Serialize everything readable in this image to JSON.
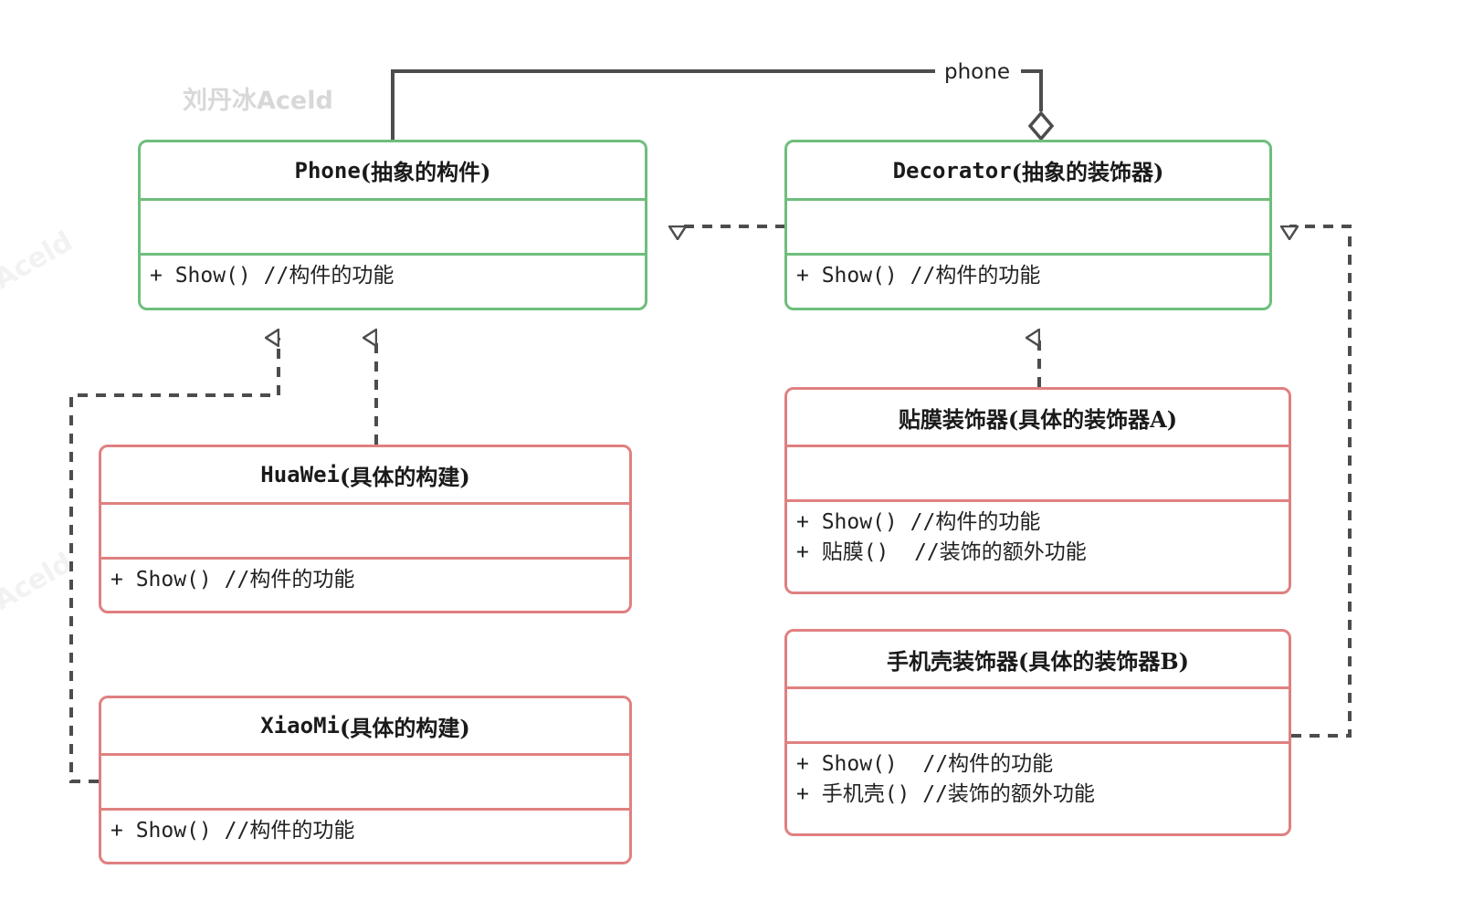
{
  "diagram": {
    "type": "uml-class-diagram",
    "title_watermark": "刘丹冰Aceld",
    "faint_watermarks": [
      "Aceld",
      "Aceld"
    ],
    "colors": {
      "abstract_border": "#6ebe7c",
      "concrete_border": "#e08080",
      "edge": "#4d4d4d",
      "text": "#222222",
      "watermark": "#d8d8d8",
      "background": "#ffffff"
    }
  },
  "classes": [
    {
      "id": "phone",
      "name_code": "Phone",
      "name_cjk": "(抽象的构件)",
      "kind": "abstract",
      "attributes": [],
      "operations": [
        "+ Show() //构件的功能"
      ]
    },
    {
      "id": "decorator",
      "name_code": "Decorator",
      "name_cjk": "(抽象的装饰器)",
      "kind": "abstract",
      "attributes": [],
      "operations": [
        "+ Show() //构件的功能"
      ]
    },
    {
      "id": "huawei",
      "name_code": "HuaWei",
      "name_cjk": "(具体的构建)",
      "kind": "concrete",
      "attributes": [],
      "operations": [
        "+ Show() //构件的功能"
      ]
    },
    {
      "id": "xiaomi",
      "name_code": "XiaoMi",
      "name_cjk": "(具体的构建)",
      "kind": "concrete",
      "attributes": [],
      "operations": [
        "+ Show() //构件的功能"
      ]
    },
    {
      "id": "film-decorator",
      "name_code": "",
      "name_cjk": "贴膜装饰器(具体的装饰器A)",
      "kind": "concrete",
      "attributes": [],
      "operations": [
        "+ Show() //构件的功能",
        "+ 贴膜()  //装饰的额外功能"
      ]
    },
    {
      "id": "case-decorator",
      "name_code": "",
      "name_cjk": "手机壳装饰器(具体的装饰器B)",
      "kind": "concrete",
      "attributes": [],
      "operations": [
        "+ Show()  //构件的功能",
        "+ 手机壳() //装饰的额外功能"
      ]
    }
  ],
  "relations": [
    {
      "id": "aggregation-phone",
      "type": "aggregation",
      "label": "phone",
      "from": "decorator",
      "to": "phone"
    },
    {
      "id": "realize-decorator-phone",
      "type": "realization",
      "label": "",
      "from": "decorator",
      "to": "phone"
    },
    {
      "id": "realize-huawei-phone",
      "type": "realization",
      "label": "",
      "from": "huawei",
      "to": "phone"
    },
    {
      "id": "realize-xiaomi-phone",
      "type": "realization",
      "label": "",
      "from": "xiaomi",
      "to": "phone"
    },
    {
      "id": "realize-film-decorator",
      "type": "realization",
      "label": "",
      "from": "film-decorator",
      "to": "decorator"
    },
    {
      "id": "realize-case-decorator",
      "type": "realization",
      "label": "",
      "from": "case-decorator",
      "to": "decorator"
    }
  ]
}
